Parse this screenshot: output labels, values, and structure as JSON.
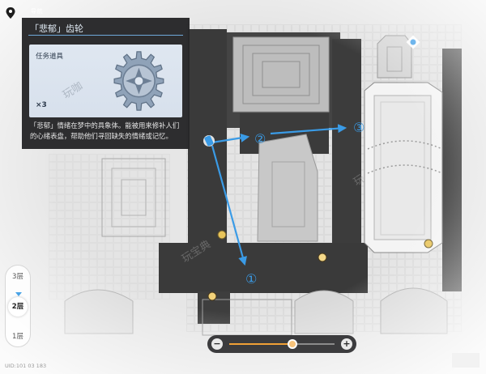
{
  "header": {
    "nav_label": "导航"
  },
  "item_card": {
    "title": "「悲郁」齿轮",
    "type_label": "任务道具",
    "count": "×3",
    "description": "「悲郁」情绪在梦中的具象体。能被用来修补人们的心绪表盘，帮助他们寻回缺失的情绪或记忆。"
  },
  "markers": [
    {
      "number": "①"
    },
    {
      "number": "②"
    },
    {
      "number": "③"
    }
  ],
  "floors": {
    "items": [
      "3层",
      "2层",
      "1层"
    ],
    "selected": "2层"
  },
  "zoom": {
    "minus": "−",
    "plus": "+",
    "level": 0.6
  },
  "uid": "UID:101 03 183",
  "watermarks": [
    "玩咖",
    "玩",
    "玩宝典"
  ],
  "colors": {
    "route": "#3a9be6",
    "card_bg": "#262628",
    "accent_orange": "#f0a036"
  },
  "icons": {
    "route_start": "phone-icon",
    "npc": "bell-icon"
  }
}
